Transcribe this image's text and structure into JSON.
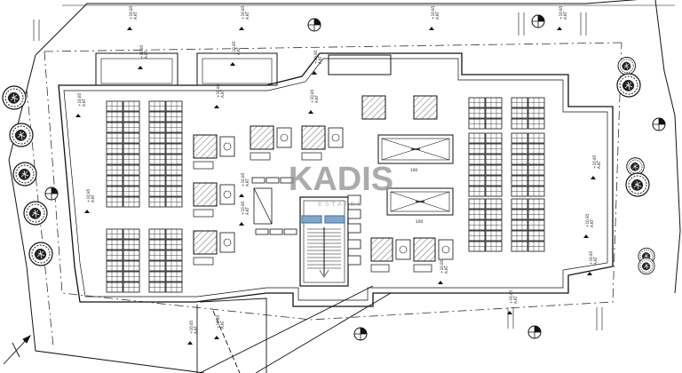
{
  "watermark": {
    "brand": "KADIS",
    "tagline": "ESTATES"
  },
  "level_tags": {
    "value": "+10.85",
    "level": "A.KT"
  },
  "room_labels": {
    "upper": "100",
    "lower": "100"
  },
  "colors": {
    "line": "#1a1a1a",
    "hatch": "#444444",
    "accent": "#4f7fa8",
    "paper": "#ffffff"
  },
  "icons": [
    "north-arrow-icon",
    "tree-icon",
    "section-marker-icon",
    "solar-panel-icon",
    "hvac-unit-icon",
    "stair-icon"
  ]
}
